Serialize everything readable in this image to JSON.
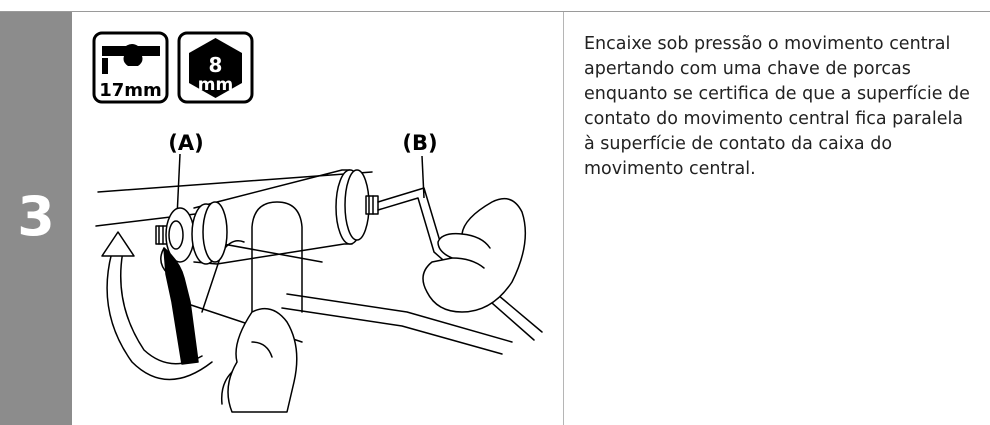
{
  "step": {
    "number": "3"
  },
  "tools": [
    {
      "icon": "wrench-icon",
      "label": "17mm"
    },
    {
      "icon": "hex-key-icon",
      "label_top": "8",
      "label_bottom": "mm"
    }
  ],
  "callouts": {
    "a": "(A)",
    "b": "(B)"
  },
  "instruction": "Encaixe sob pressão o movimento central apertando com uma chave de porcas enquanto se certifica de que a superfície de contato do movimento central fica paralela à superfície de contato da caixa do movimento central."
}
